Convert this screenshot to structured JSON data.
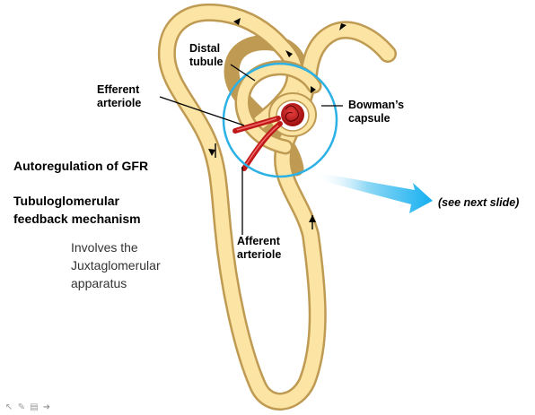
{
  "labels": {
    "distal_tubule": "Distal\ntubule",
    "efferent_arteriole": "Efferent\narteriole",
    "bowmans_capsule": "Bowman’s\ncapsule",
    "afferent_arteriole": "Afferent\narteriole",
    "see_next_slide": "(see next slide)"
  },
  "side_text": {
    "heading": "Autoregulation of GFR",
    "subheading": "Tubuloglomerular\nfeedback mechanism",
    "note": "Involves the\nJuxtaglomerular\napparatus"
  },
  "toolbar": {
    "items": [
      {
        "icon": "pointer-arrow-icon",
        "glyph": "↖"
      },
      {
        "icon": "pen-icon",
        "glyph": "✎"
      },
      {
        "icon": "slide-menu-icon",
        "glyph": "▤"
      },
      {
        "icon": "next-slide-icon",
        "glyph": "➜"
      }
    ]
  },
  "colors": {
    "tubule_fill": "#fbe4a4",
    "tubule_edge": "#bf9a52",
    "vessel": "#c01818",
    "highlight_circle": "#2bb1e6",
    "callout_arrow": "#1fb4ee"
  }
}
